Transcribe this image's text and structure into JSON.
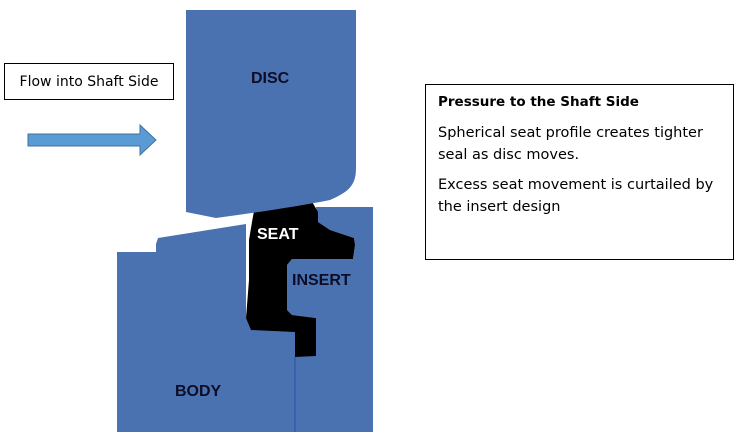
{
  "flow_label": {
    "text": "Flow into Shaft Side"
  },
  "info_box": {
    "title": "Pressure to the Shaft Side",
    "paragraphs": [
      "Spherical seat profile creates tighter seal as disc moves.",
      "Excess seat movement is curtailed by the insert design"
    ]
  },
  "parts": {
    "disc": "DISC",
    "seat": "SEAT",
    "insert": "INSERT",
    "body": "BODY"
  },
  "colors": {
    "part_fill": "#4a72b0",
    "arrow_fill": "#5b9bd5",
    "arrow_stroke": "#41719c",
    "seat_fill": "#000000",
    "label_dark": "#0d0d26",
    "label_light": "#ffffff"
  }
}
